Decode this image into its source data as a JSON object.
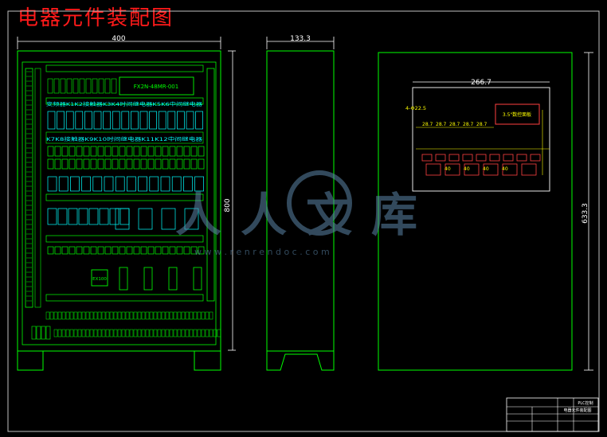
{
  "title": "电器元件装配图",
  "front_view": {
    "width_dim": "400",
    "height_dim": "800",
    "plc_label": "FX2N-48MR-001",
    "row1_label": "变频器K1K2接触器K3K4时间继电器K5K6中间继电器",
    "row2_label": "K7K8接触器K9K10时间继电器K11K12中间继电器",
    "bottom_box_label": "EX100"
  },
  "side_view": {
    "width_dim": "133.3"
  },
  "rear_view": {
    "height_dim": "633.3",
    "inner_width_dim": "266.7",
    "inner_left_dim": "4-Φ22.5",
    "inner_box_label": "3.5\"数控面板",
    "inner_row_dims": [
      "28.7",
      "28.7",
      "28.7",
      "28.7",
      "28.7"
    ],
    "inner_spacing_dims": [
      "40",
      "40",
      "40",
      "40"
    ]
  },
  "watermark": {
    "text": "人人文库",
    "url": "w w w . r e n r e n d o c . c o m"
  },
  "title_block": {
    "header": "PLC控制",
    "drawing_name": "电器元件装配图"
  },
  "colors": {
    "line": "#00ff00",
    "dim": "#ffffff",
    "annotation": "#ffff00",
    "title": "#ff1a1a",
    "components": "#00ffff",
    "internal_panel": "#ff4040"
  }
}
